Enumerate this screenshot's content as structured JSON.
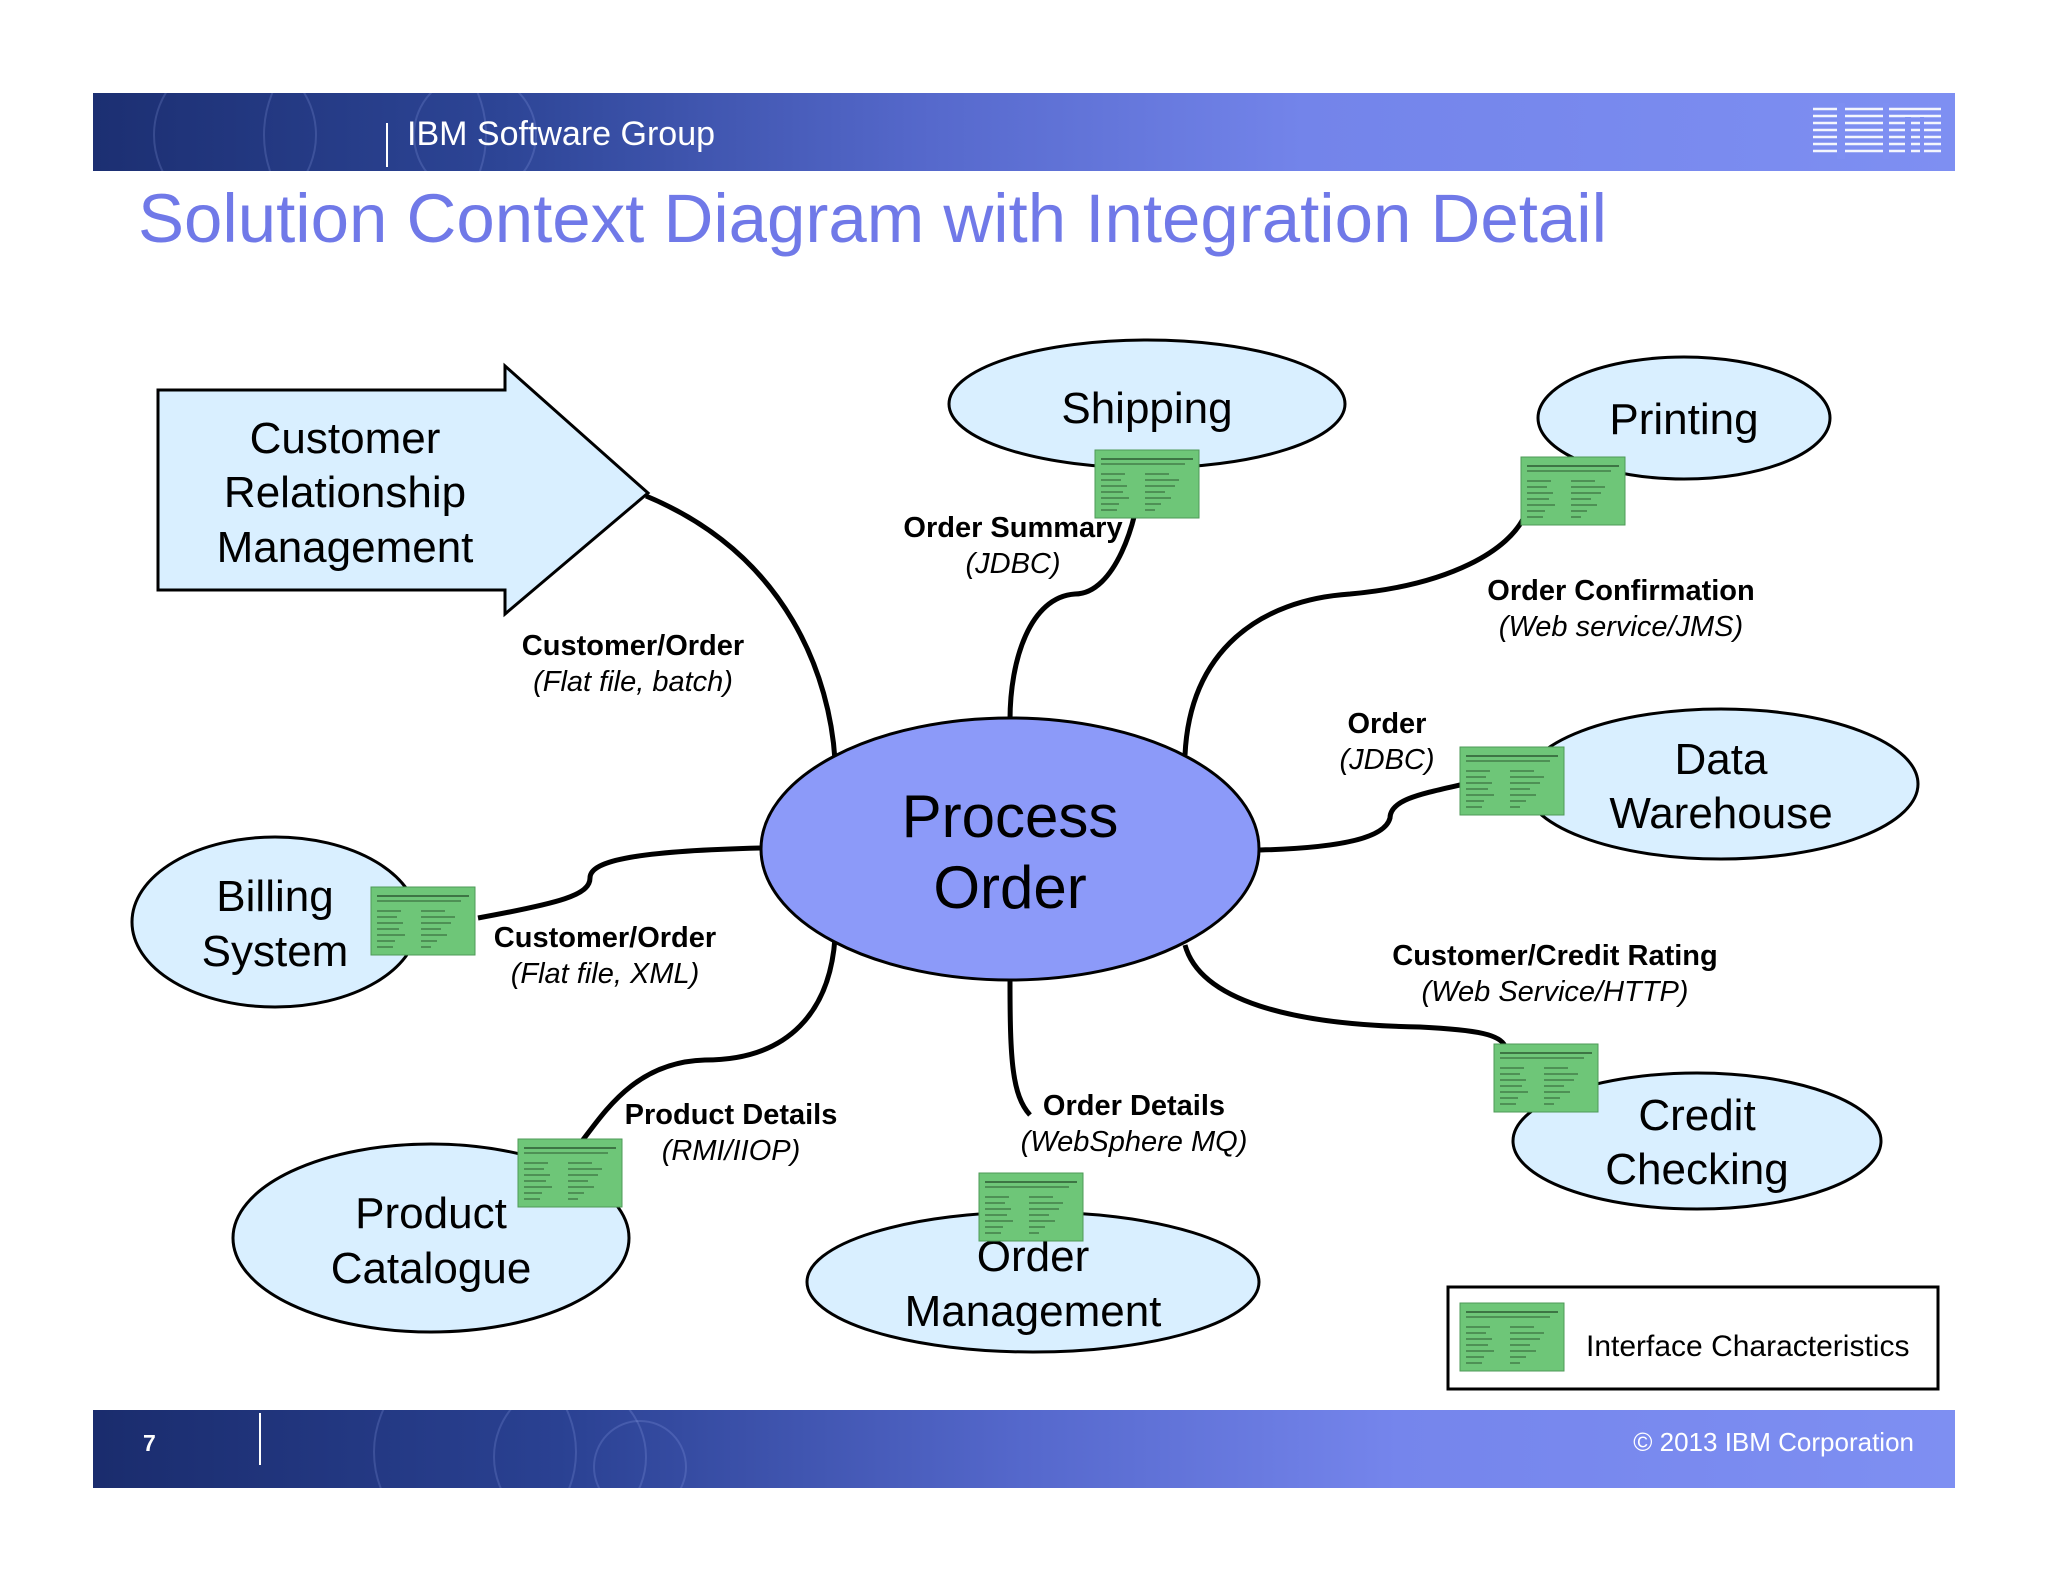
{
  "header": {
    "group": "IBM Software Group",
    "logo": "IBM"
  },
  "title": "Solution Context Diagram with Integration Detail",
  "diagram": {
    "center": {
      "line1": "Process",
      "line2": "Order"
    },
    "crm": {
      "line1": "Customer",
      "line2": "Relationship",
      "line3": "Management"
    },
    "nodes": {
      "shipping": "Shipping",
      "printing": "Printing",
      "billing": {
        "line1": "Billing",
        "line2": "System"
      },
      "data_warehouse": {
        "line1": "Data",
        "line2": "Warehouse"
      },
      "product_catalogue": {
        "line1": "Product",
        "line2": "Catalogue"
      },
      "order_management": {
        "line1": "Order",
        "line2": "Management"
      },
      "credit_checking": {
        "line1": "Credit",
        "line2": "Checking"
      }
    },
    "connections": {
      "crm": {
        "name": "Customer/Order",
        "protocol": "(Flat file, batch)"
      },
      "shipping": {
        "name": "Order Summary",
        "protocol": "(JDBC)"
      },
      "printing": {
        "name": "Order Confirmation",
        "protocol": "(Web service/JMS)"
      },
      "data_warehouse": {
        "name": "Order",
        "protocol": "(JDBC)"
      },
      "billing": {
        "name": "Customer/Order",
        "protocol": "(Flat file, XML)"
      },
      "credit": {
        "name": "Customer/Credit Rating",
        "protocol": "(Web Service/HTTP)"
      },
      "product": {
        "name": "Product Details",
        "protocol": "(RMI/IIOP)"
      },
      "order_mgmt": {
        "name": "Order Details",
        "protocol": "(WebSphere MQ)"
      }
    },
    "interface_card": {
      "title": "Interface Characteristics",
      "subtitle": "(see note for detail)"
    },
    "legend": {
      "label": "Interface Characteristics"
    }
  },
  "colors": {
    "title": "#7079e8",
    "center_fill": "#8c9af9",
    "node_fill": "#d9efff",
    "card": "#6ec678"
  },
  "footer": {
    "page_number": "7",
    "copyright": "© 2013 IBM Corporation"
  }
}
